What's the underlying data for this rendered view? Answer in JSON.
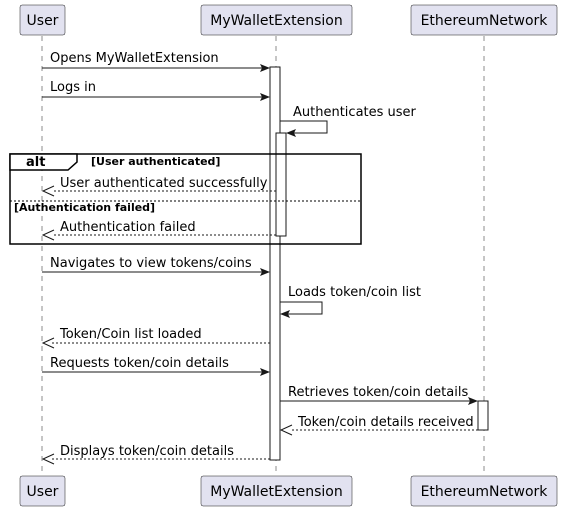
{
  "participants": [
    {
      "id": "user",
      "label": "User"
    },
    {
      "id": "wallet",
      "label": "MyWalletExtension"
    },
    {
      "id": "eth",
      "label": "EthereumNetwork"
    }
  ],
  "messages": [
    {
      "from": "user",
      "to": "wallet",
      "text": "Opens MyWalletExtension",
      "style": "sync"
    },
    {
      "from": "user",
      "to": "wallet",
      "text": "Logs in",
      "style": "sync"
    },
    {
      "from": "wallet",
      "to": "wallet",
      "text": "Authenticates user",
      "style": "self"
    },
    {
      "from": "wallet",
      "to": "user",
      "text": "User authenticated successfully",
      "style": "reply"
    },
    {
      "from": "wallet",
      "to": "user",
      "text": "Authentication failed",
      "style": "reply"
    },
    {
      "from": "user",
      "to": "wallet",
      "text": "Navigates to view tokens/coins",
      "style": "sync"
    },
    {
      "from": "wallet",
      "to": "wallet",
      "text": "Loads token/coin list",
      "style": "self"
    },
    {
      "from": "wallet",
      "to": "user",
      "text": "Token/Coin list loaded",
      "style": "reply"
    },
    {
      "from": "user",
      "to": "wallet",
      "text": "Requests token/coin details",
      "style": "sync"
    },
    {
      "from": "wallet",
      "to": "eth",
      "text": "Retrieves token/coin details",
      "style": "sync"
    },
    {
      "from": "eth",
      "to": "wallet",
      "text": "Token/coin details received",
      "style": "reply"
    },
    {
      "from": "wallet",
      "to": "user",
      "text": "Displays token/coin details",
      "style": "reply"
    }
  ],
  "alt_frame": {
    "keyword": "alt",
    "guard_1": "[User authenticated]",
    "guard_2": "[Authentication failed]"
  },
  "colors": {
    "participant_fill": "#E2E2F0",
    "line": "#181818"
  }
}
